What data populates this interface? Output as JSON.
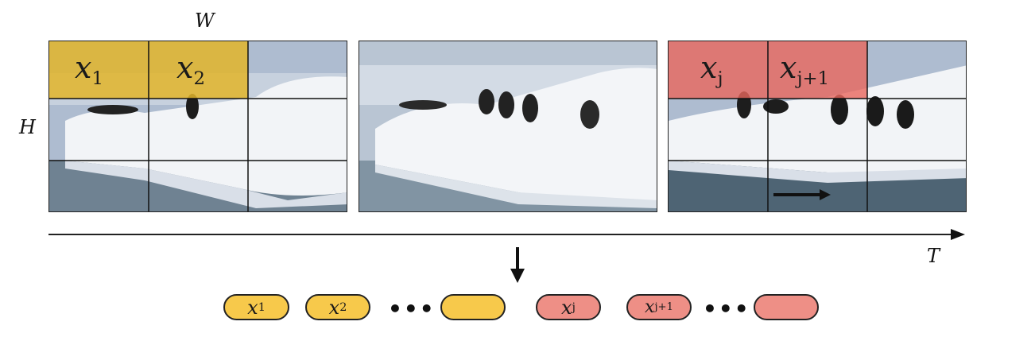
{
  "axes": {
    "width_label": "W",
    "height_label": "H",
    "time_label": "T"
  },
  "patches": {
    "first": {
      "var": "x",
      "sub": "1"
    },
    "second": {
      "var": "x",
      "sub": "2"
    },
    "jth": {
      "var": "x",
      "sub": "j"
    },
    "jth_next": {
      "var": "x",
      "sub": "j+1"
    }
  },
  "tokens": [
    {
      "var": "x",
      "sub": "1",
      "color": "yellow"
    },
    {
      "var": "x",
      "sub": "2",
      "color": "yellow"
    },
    {
      "ellipsis": "•••"
    },
    {
      "var": "",
      "sub": "",
      "color": "yellow"
    },
    {
      "var": "x",
      "sub": "j",
      "color": "red"
    },
    {
      "var": "x",
      "sub": "j+1",
      "color": "red"
    },
    {
      "ellipsis": "•••"
    },
    {
      "var": "",
      "sub": "",
      "color": "red"
    }
  ],
  "colors": {
    "yellow": "#f7c94b",
    "red": "#ee8f86",
    "highlight_yellow": "#e2b52a",
    "highlight_red": "#e9675c"
  }
}
